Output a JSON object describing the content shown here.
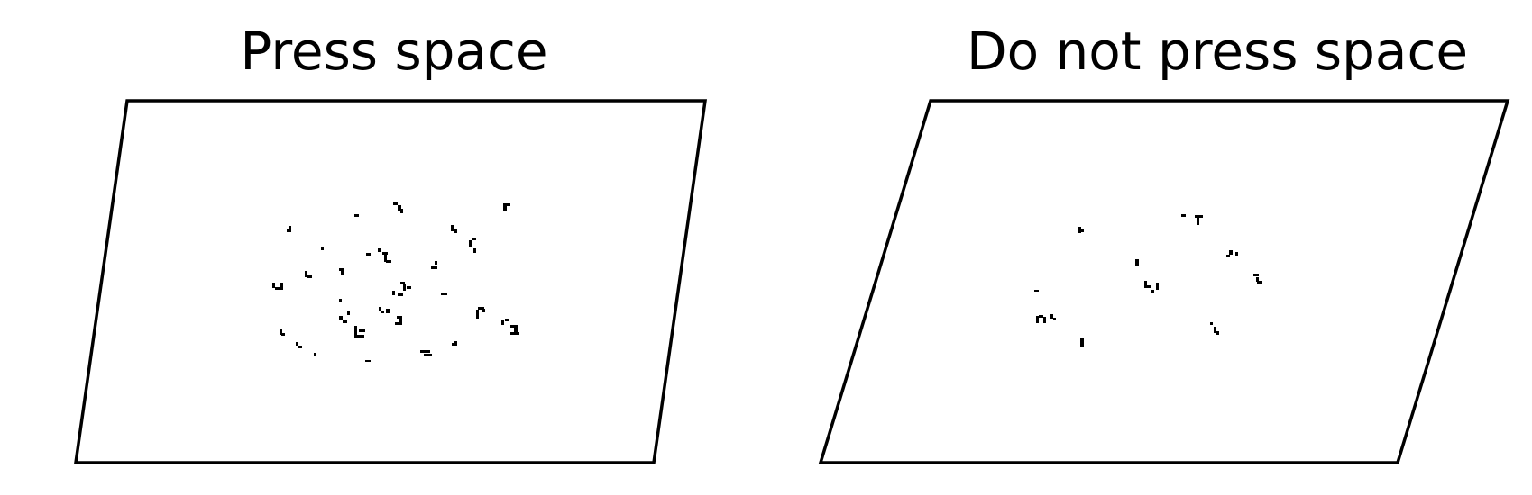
{
  "panels": [
    {
      "title": "Press space",
      "dot_density": "dense",
      "fragment_color": "#000000"
    },
    {
      "title": "Do not press space",
      "dot_density": "sparse",
      "fragment_color": "#000000"
    }
  ],
  "colors": {
    "background": "#ffffff",
    "outline": "#000000",
    "text": "#000000"
  }
}
